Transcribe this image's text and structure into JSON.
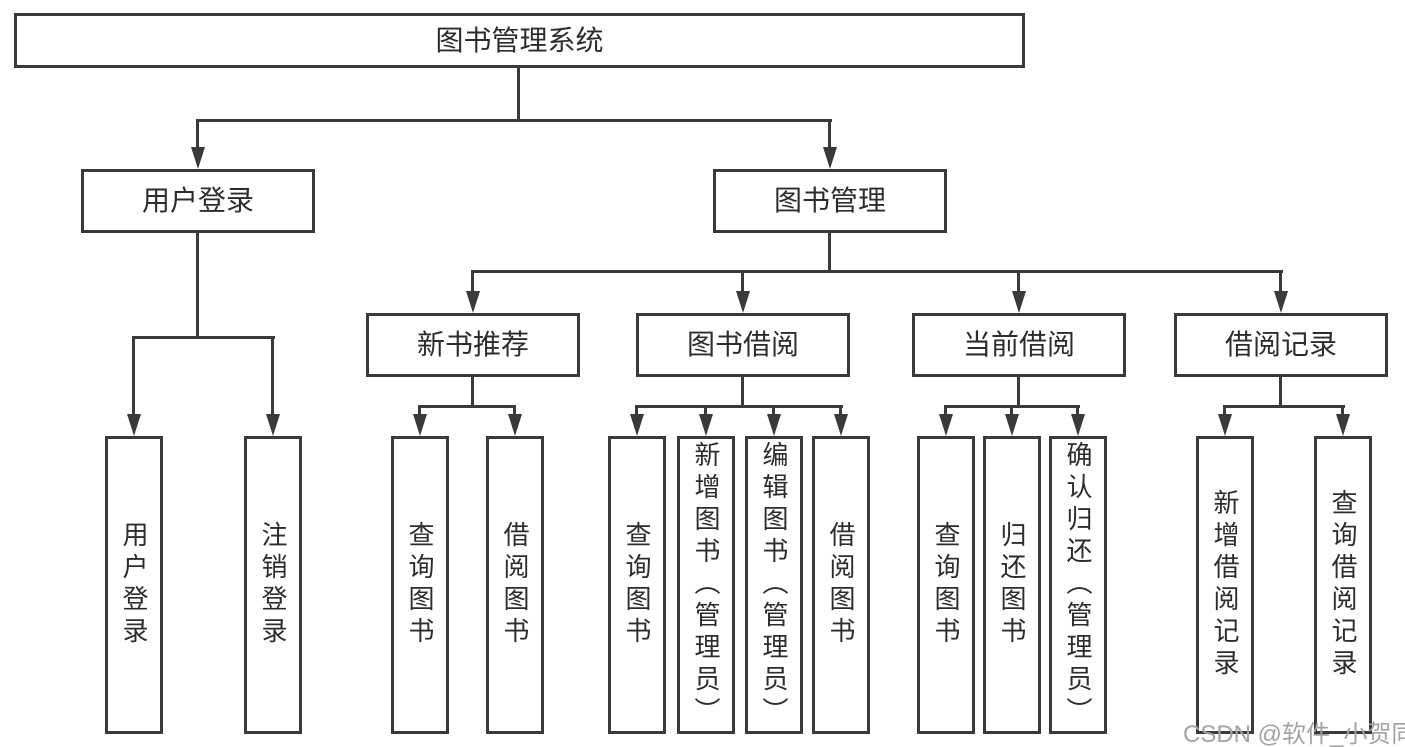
{
  "colors": {
    "line": "#3a3a3a",
    "text": "#2d2d2d",
    "background": "#ffffff",
    "watermark": "#a3a3a3"
  },
  "watermark": {
    "text": "CSDN @软件_小贺同学"
  },
  "tree": {
    "label": "图书管理系统",
    "children": [
      {
        "label": "用户登录",
        "children": [
          {
            "label": "用户登录"
          },
          {
            "label": "注销登录"
          }
        ]
      },
      {
        "label": "图书管理",
        "children": [
          {
            "label": "新书推荐",
            "children": [
              {
                "label": "查询图书"
              },
              {
                "label": "借阅图书"
              }
            ]
          },
          {
            "label": "图书借阅",
            "children": [
              {
                "label": "查询图书"
              },
              {
                "label": "新增图书（管理员）"
              },
              {
                "label": "编辑图书（管理员）"
              },
              {
                "label": "借阅图书"
              }
            ]
          },
          {
            "label": "当前借阅",
            "children": [
              {
                "label": "查询图书"
              },
              {
                "label": "归还图书"
              },
              {
                "label": "确认归还（管理员）"
              }
            ]
          },
          {
            "label": "借阅记录",
            "children": [
              {
                "label": "新增借阅记录"
              },
              {
                "label": "查询借阅记录"
              }
            ]
          }
        ]
      }
    ]
  }
}
